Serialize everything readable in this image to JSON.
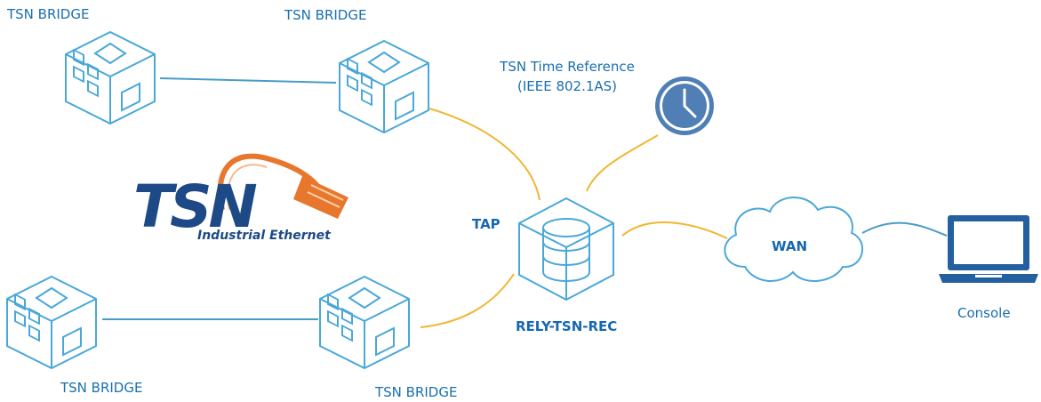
{
  "labels": {
    "bridge_top_left": "TSN BRIDGE",
    "bridge_top_right": "TSN BRIDGE",
    "bridge_bottom_left": "TSN BRIDGE",
    "bridge_bottom_right": "TSN BRIDGE",
    "time_reference_line1": "TSN Time Reference",
    "time_reference_line2": "(IEEE 802.1AS)",
    "tap": "TAP",
    "recorder": "RELY-TSN-REC",
    "wan": "WAN",
    "console": "Console"
  },
  "logo": {
    "title": "TSN",
    "subtitle": "Industrial Ethernet"
  },
  "colors": {
    "device_stroke": "#4aa8d8",
    "device_fill": "#ffffff",
    "link_blue": "#4a9cc8",
    "link_yellow": "#f2b632",
    "label_blue": "#1a6fae",
    "logo_blue": "#1d4a86",
    "logo_orange": "#e8772e",
    "clock_fill": "#4f7fb5",
    "laptop_fill": "#2460a0"
  },
  "icons": {
    "bridge": "network-bridge-cube-icon",
    "recorder": "database-cube-icon",
    "clock": "clock-icon",
    "cloud": "cloud-icon",
    "laptop": "laptop-icon",
    "cable": "ethernet-cable-icon"
  }
}
